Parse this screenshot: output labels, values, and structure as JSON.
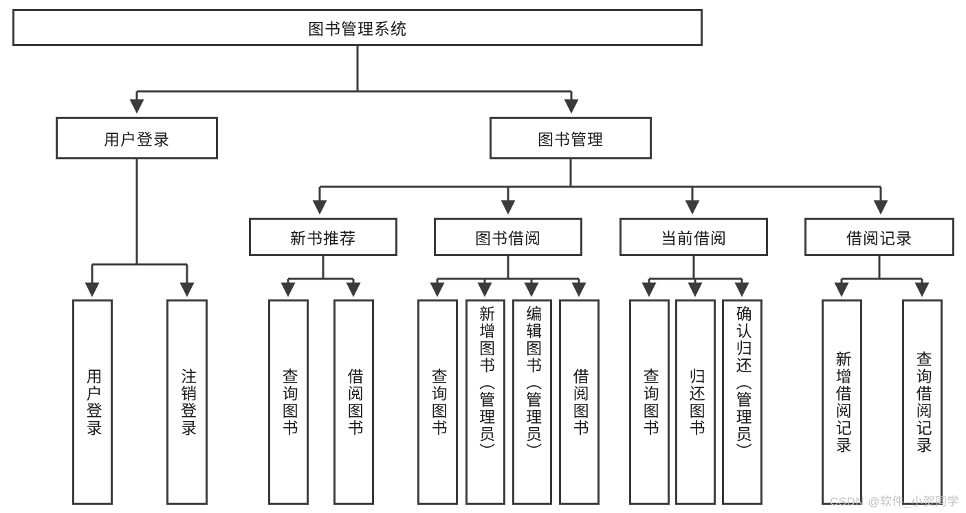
{
  "diagram": {
    "title": "图书管理系统",
    "root": {
      "label": "图书管理系统"
    },
    "level2": [
      {
        "label": "用户登录"
      },
      {
        "label": "图书管理"
      }
    ],
    "level3": [
      {
        "label": "新书推荐"
      },
      {
        "label": "图书借阅"
      },
      {
        "label": "当前借阅"
      },
      {
        "label": "借阅记录"
      }
    ],
    "leaves": [
      {
        "label": "用户登录",
        "parent": "用户登录"
      },
      {
        "label": "注销登录",
        "parent": "用户登录"
      },
      {
        "label": "查询图书",
        "parent": "新书推荐"
      },
      {
        "label": "借阅图书",
        "parent": "新书推荐"
      },
      {
        "label": "查询图书",
        "parent": "图书借阅"
      },
      {
        "label": "新增图书（管理员）",
        "parent": "图书借阅"
      },
      {
        "label": "编辑图书（管理员）",
        "parent": "图书借阅"
      },
      {
        "label": "借阅图书",
        "parent": "图书借阅"
      },
      {
        "label": "查询图书",
        "parent": "当前借阅"
      },
      {
        "label": "归还图书",
        "parent": "当前借阅"
      },
      {
        "label": "确认归还（管理员）",
        "parent": "当前借阅"
      },
      {
        "label": "新增借阅记录",
        "parent": "借阅记录"
      },
      {
        "label": "查询借阅记录",
        "parent": "借阅记录"
      }
    ],
    "colors": {
      "stroke": "#3b3b3b",
      "fill": "#ffffff",
      "text": "#1a1a1a",
      "watermark": "#c3c3c3"
    }
  },
  "watermark": {
    "text": "CSDN @软件_小贺同学"
  }
}
